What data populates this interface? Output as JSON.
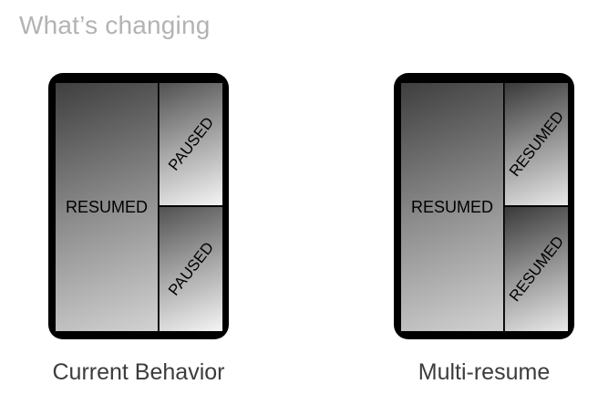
{
  "title": "What’s changing",
  "diagrams": [
    {
      "caption": "Current Behavior",
      "main_state": "RESUMED",
      "top_state": "PAUSED",
      "bottom_state": "PAUSED"
    },
    {
      "caption": "Multi-resume",
      "main_state": "RESUMED",
      "top_state": "RESUMED",
      "bottom_state": "RESUMED"
    }
  ]
}
